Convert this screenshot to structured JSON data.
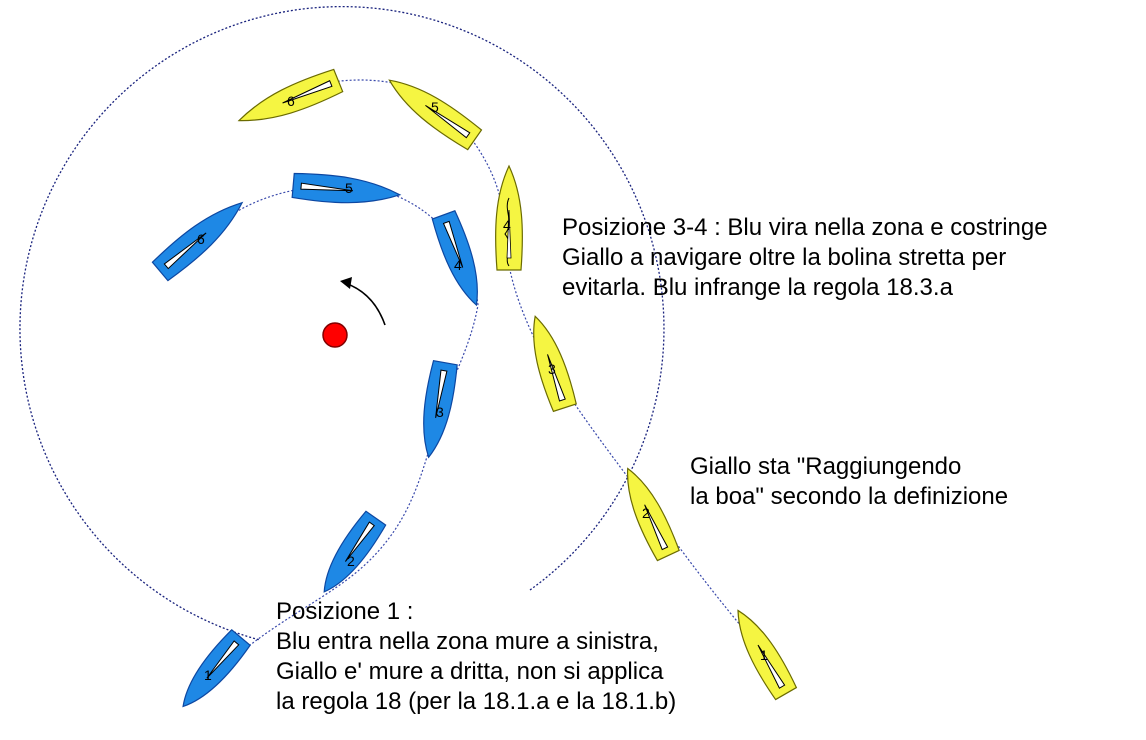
{
  "captions": {
    "pos34": [
      "Posizione 3-4 : Blu vira nella zona e costringe",
      "Giallo a navigare oltre la bolina stretta per",
      "evitarla. Blu infrange la regola 18.3.a"
    ],
    "giallo": [
      "Giallo sta \"Raggiungendo",
      "la boa\" secondo la definizione"
    ],
    "pos1": [
      "Posizione 1 :",
      "Blu entra nella zona mure a sinistra,",
      "Giallo e' mure a dritta, non si applica",
      "la regola 18 (per la 18.1.a e la 18.1.b)"
    ]
  },
  "boats": {
    "blue_color": "#1e88e5",
    "yellow_color": "#f5f542",
    "mark_color": "#ff0000",
    "zone_color": "#1a237e",
    "blue_labels": [
      "1",
      "2",
      "3",
      "4",
      "5",
      "6"
    ],
    "yellow_labels": [
      "1",
      "2",
      "3",
      "4",
      "5",
      "6"
    ]
  }
}
